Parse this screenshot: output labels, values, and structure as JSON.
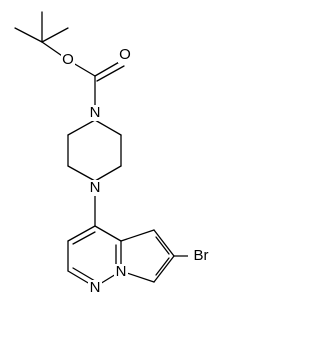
{
  "molecule": {
    "atoms": {
      "o_ester": "O",
      "o_carbonyl": "O",
      "n_piperazine_top": "N",
      "n_piperazine_bottom": "N",
      "n_pyrrole": "N",
      "n_pyridazine": "N",
      "br": "Br"
    },
    "colors": {
      "bond": "#000000",
      "label": "#000000",
      "background": "#ffffff"
    }
  }
}
